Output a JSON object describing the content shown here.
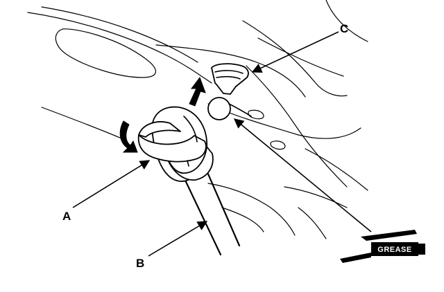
{
  "callouts": {
    "a": "A",
    "b": "B",
    "c": "C"
  },
  "grease_tag": {
    "label": "GREASE"
  },
  "colors": {
    "ink": "#000000",
    "paper": "#ffffff"
  }
}
